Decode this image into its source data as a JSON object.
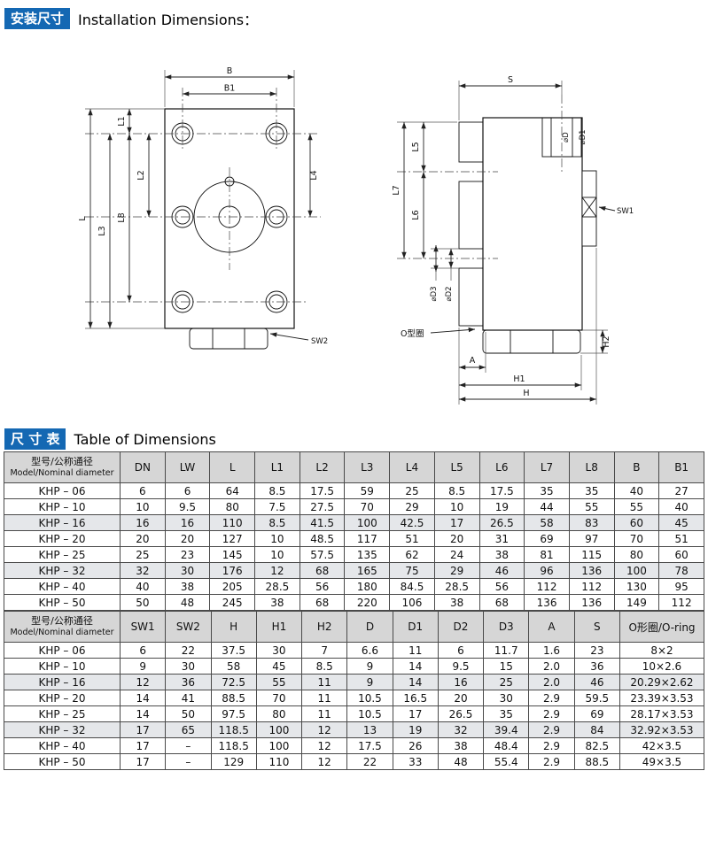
{
  "colors": {
    "badge_bg": "#1468b3",
    "badge_text": "#ffffff"
  },
  "headers": {
    "installation": {
      "zh": "安装尺寸",
      "en": "Installation Dimensions："
    },
    "table": {
      "zh": "尺 寸 表",
      "en": "Table of Dimensions"
    }
  },
  "drawing": {
    "labels": {
      "B": "B",
      "B1": "B1",
      "L": "L",
      "L1": "L1",
      "L2": "L2",
      "L3": "L3",
      "L4": "L4",
      "L8": "L8",
      "SW2": "SW2",
      "S": "S",
      "L5": "L5",
      "L6": "L6",
      "L7": "L7",
      "dD": "⌀D",
      "dD1": "⌀D1",
      "dD2": "⌀D2",
      "dD3": "⌀D3",
      "SW1": "SW1",
      "oring": "O型圈",
      "A": "A",
      "H1": "H1",
      "H": "H",
      "H2": "H2"
    }
  },
  "tables": [
    {
      "model_header_zh": "型号/公称通径",
      "model_header_en": "Model/Nominal diameter",
      "columns": [
        "DN",
        "LW",
        "L",
        "L1",
        "L2",
        "L3",
        "L4",
        "L5",
        "L6",
        "L7",
        "L8",
        "B",
        "B1"
      ],
      "rows": [
        {
          "model": "KHP – 06",
          "values": [
            "6",
            "6",
            "64",
            "8.5",
            "17.5",
            "59",
            "25",
            "8.5",
            "17.5",
            "35",
            "35",
            "40",
            "27"
          ]
        },
        {
          "model": "KHP – 10",
          "values": [
            "10",
            "9.5",
            "80",
            "7.5",
            "27.5",
            "70",
            "29",
            "10",
            "19",
            "44",
            "55",
            "55",
            "40"
          ]
        },
        {
          "model": "KHP – 16",
          "values": [
            "16",
            "16",
            "110",
            "8.5",
            "41.5",
            "100",
            "42.5",
            "17",
            "26.5",
            "58",
            "83",
            "60",
            "45"
          ]
        },
        {
          "model": "KHP – 20",
          "values": [
            "20",
            "20",
            "127",
            "10",
            "48.5",
            "117",
            "51",
            "20",
            "31",
            "69",
            "97",
            "70",
            "51"
          ]
        },
        {
          "model": "KHP – 25",
          "values": [
            "25",
            "23",
            "145",
            "10",
            "57.5",
            "135",
            "62",
            "24",
            "38",
            "81",
            "115",
            "80",
            "60"
          ]
        },
        {
          "model": "KHP – 32",
          "values": [
            "32",
            "30",
            "176",
            "12",
            "68",
            "165",
            "75",
            "29",
            "46",
            "96",
            "136",
            "100",
            "78"
          ]
        },
        {
          "model": "KHP – 40",
          "values": [
            "40",
            "38",
            "205",
            "28.5",
            "56",
            "180",
            "84.5",
            "28.5",
            "56",
            "112",
            "112",
            "130",
            "95"
          ]
        },
        {
          "model": "KHP – 50",
          "values": [
            "50",
            "48",
            "245",
            "38",
            "68",
            "220",
            "106",
            "38",
            "68",
            "136",
            "136",
            "149",
            "112"
          ]
        }
      ]
    },
    {
      "model_header_zh": "型号/公称通径",
      "model_header_en": "Model/Nominal diameter",
      "columns": [
        "SW1",
        "SW2",
        "H",
        "H1",
        "H2",
        "D",
        "D1",
        "D2",
        "D3",
        "A",
        "S",
        "O形圈/O-ring"
      ],
      "rows": [
        {
          "model": "KHP – 06",
          "values": [
            "6",
            "22",
            "37.5",
            "30",
            "7",
            "6.6",
            "11",
            "6",
            "11.7",
            "1.6",
            "23",
            "8×2"
          ]
        },
        {
          "model": "KHP – 10",
          "values": [
            "9",
            "30",
            "58",
            "45",
            "8.5",
            "9",
            "14",
            "9.5",
            "15",
            "2.0",
            "36",
            "10×2.6"
          ]
        },
        {
          "model": "KHP – 16",
          "values": [
            "12",
            "36",
            "72.5",
            "55",
            "11",
            "9",
            "14",
            "16",
            "25",
            "2.0",
            "46",
            "20.29×2.62"
          ]
        },
        {
          "model": "KHP – 20",
          "values": [
            "14",
            "41",
            "88.5",
            "70",
            "11",
            "10.5",
            "16.5",
            "20",
            "30",
            "2.9",
            "59.5",
            "23.39×3.53"
          ]
        },
        {
          "model": "KHP – 25",
          "values": [
            "14",
            "50",
            "97.5",
            "80",
            "11",
            "10.5",
            "17",
            "26.5",
            "35",
            "2.9",
            "69",
            "28.17×3.53"
          ]
        },
        {
          "model": "KHP – 32",
          "values": [
            "17",
            "65",
            "118.5",
            "100",
            "12",
            "13",
            "19",
            "32",
            "39.4",
            "2.9",
            "84",
            "32.92×3.53"
          ]
        },
        {
          "model": "KHP – 40",
          "values": [
            "17",
            "–",
            "118.5",
            "100",
            "12",
            "17.5",
            "26",
            "38",
            "48.4",
            "2.9",
            "82.5",
            "42×3.5"
          ]
        },
        {
          "model": "KHP – 50",
          "values": [
            "17",
            "–",
            "129",
            "110",
            "12",
            "22",
            "33",
            "48",
            "55.4",
            "2.9",
            "88.5",
            "49×3.5"
          ]
        }
      ]
    }
  ]
}
